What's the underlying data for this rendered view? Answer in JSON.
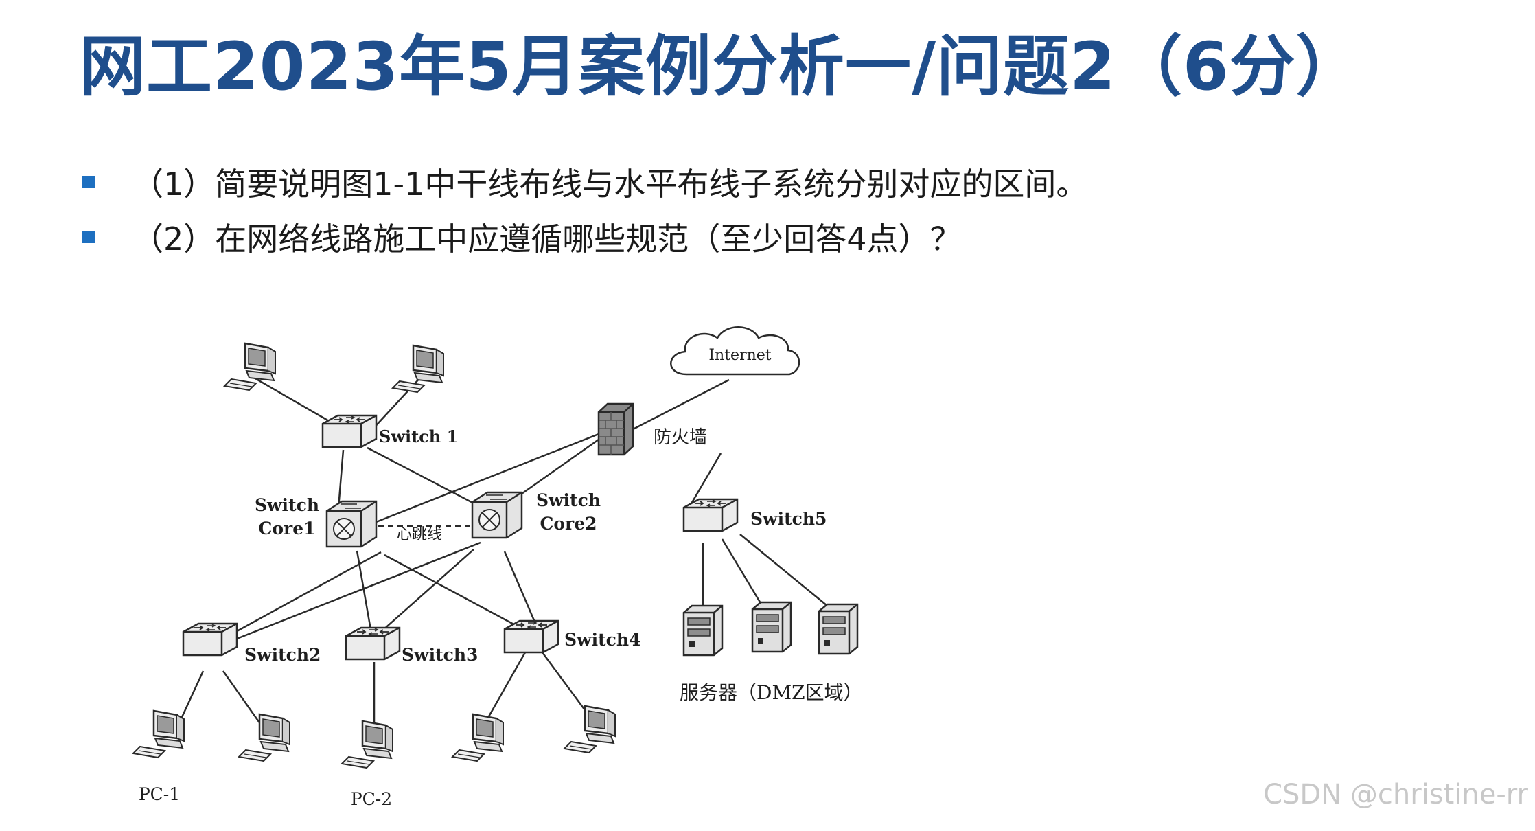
{
  "slide": {
    "title": "网工2023年5月案例分析一/问题2（6分）",
    "questions": [
      "（1）简要说明图1-1中干线布线与水平布线子系统分别对应的区间。",
      "（2）在网络线路施工中应遵循哪些规范（至少回答4点）？"
    ]
  },
  "diagram": {
    "internet_label": "Internet",
    "firewall_label": "防火墙",
    "switch1_label": "Switch 1",
    "core1_label_line1": "Switch",
    "core1_label_line2": "Core1",
    "core2_label_line1": "Switch",
    "core2_label_line2": "Core2",
    "heartbeat_label": "心跳线",
    "switch2_label": "Switch2",
    "switch3_label": "Switch3",
    "switch4_label": "Switch4",
    "switch5_label": "Switch5",
    "pc1_label": "PC-1",
    "pc2_label": "PC-2",
    "servers_label": "服务器（DMZ区域）"
  },
  "watermark": "CSDN @christine-rr",
  "colors": {
    "title": "#1f4e8c",
    "bullet": "#1d6fc0"
  }
}
